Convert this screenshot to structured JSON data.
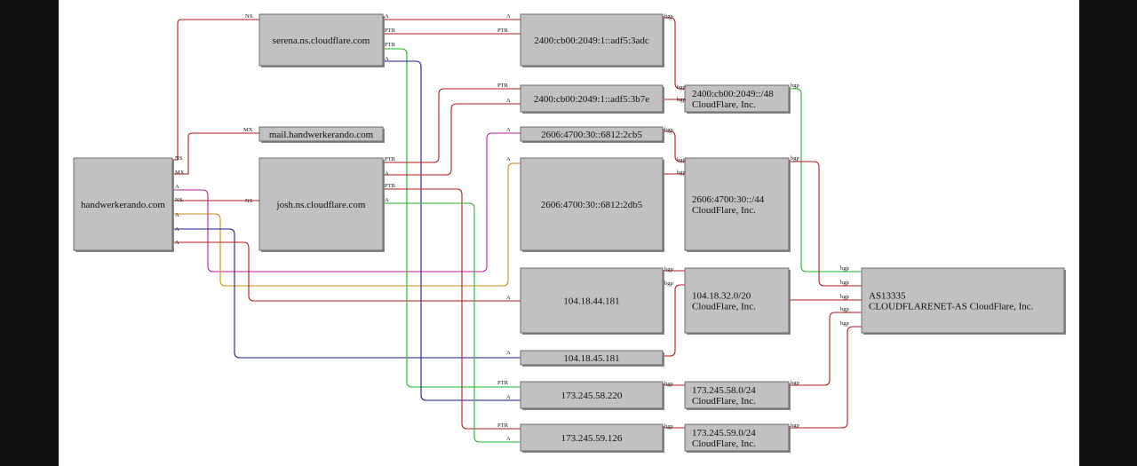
{
  "nodes": {
    "domain": {
      "label": "handwerkerando.com"
    },
    "ns1": {
      "label": "serena.ns.cloudflare.com"
    },
    "ns2": {
      "label": "josh.ns.cloudflare.com"
    },
    "mx": {
      "label": "mail.handwerkerando.com"
    },
    "ip6a": {
      "label": "2400:cb00:2049:1::adf5:3adc"
    },
    "ip6b": {
      "label": "2400:cb00:2049:1::adf5:3b7e"
    },
    "ip6c": {
      "label": "2606:4700:30::6812:2cb5"
    },
    "ip6d": {
      "label": "2606:4700:30::6812:2db5"
    },
    "ip4a": {
      "label": "104.18.44.181"
    },
    "ip4b": {
      "label": "104.18.45.181"
    },
    "ip4c": {
      "label": "173.245.58.220"
    },
    "ip4d": {
      "label": "173.245.59.126"
    },
    "net6a": {
      "line1": "2400:cb00:2049::/48",
      "line2": "CloudFlare, Inc."
    },
    "net6b": {
      "line1": "2606:4700:30::/44",
      "line2": "CloudFlare, Inc."
    },
    "net4a": {
      "line1": "104.18.32.0/20",
      "line2": "CloudFlare, Inc."
    },
    "net4b": {
      "line1": "173.245.58.0/24",
      "line2": "CloudFlare, Inc."
    },
    "net4c": {
      "line1": "173.245.59.0/24",
      "line2": "CloudFlare, Inc."
    },
    "as": {
      "line1": "AS13335",
      "line2": "CLOUDFLARENET-AS CloudFlare, Inc."
    }
  },
  "edge_labels": {
    "ns": "NS",
    "mx": "MX",
    "a": "A",
    "ptr": "PTR",
    "bgp": "bgp"
  },
  "colors": {
    "red": "#b3181c",
    "green": "#22b322",
    "navy": "#1a1a8c",
    "magenta": "#b3239b",
    "orange": "#c98a1a",
    "node_fill": "#c3c0c3"
  }
}
